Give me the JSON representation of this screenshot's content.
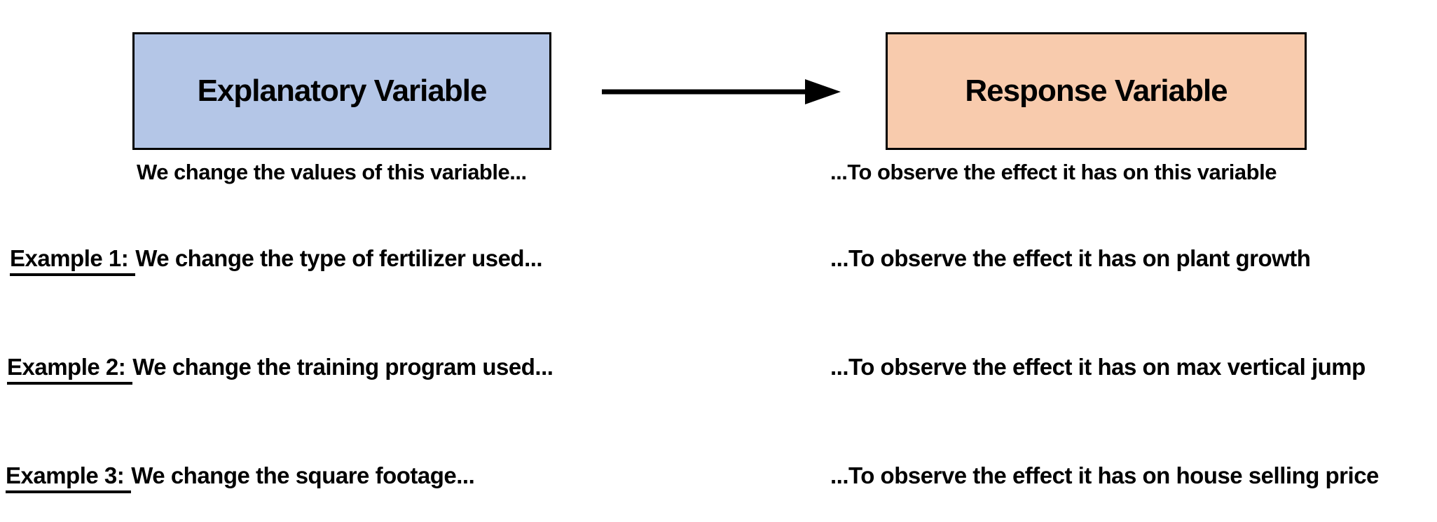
{
  "diagram": {
    "explanatory_box": {
      "label": "Explanatory Variable",
      "fill": "#b4c6e7"
    },
    "response_box": {
      "label": "Response Variable",
      "fill": "#f8cbad"
    },
    "arrow": {
      "color": "#000000",
      "direction": "left-to-right"
    },
    "explanatory_caption": "We change the values of this variable...",
    "response_caption": "...To observe the effect it has on this variable"
  },
  "examples": [
    {
      "label": "Example 1:",
      "cause": "We change the type of fertilizer used...",
      "effect": "...To observe the effect it has on plant growth"
    },
    {
      "label": "Example 2:",
      "cause": "We change the training program used...",
      "effect": "...To observe the effect it has on max vertical jump"
    },
    {
      "label": "Example 3:",
      "cause": "We change the square footage...",
      "effect": "...To observe the effect it has on house selling price"
    }
  ]
}
